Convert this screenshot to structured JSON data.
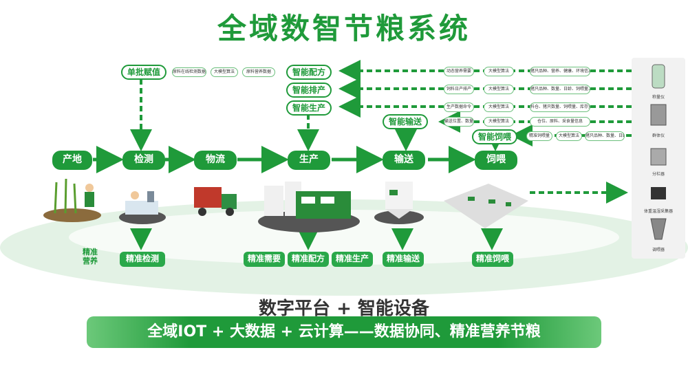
{
  "title": "全域数智节粮系统",
  "top_pills": {
    "batch_assign": "单批赋值",
    "smart_formula": "智能配方",
    "smart_schedule": "智能排产",
    "smart_production": "智能生产",
    "smart_transport": "智能输送",
    "smart_feeding": "智能饲喂"
  },
  "tiny_left": [
    "原料在线检测数据",
    "大模型算法",
    "原料营养数据"
  ],
  "tiny_right": [
    {
      "a": "动态营养需要",
      "b": "大模型算法",
      "c": "猪只品种、营养、健康、环境信息..."
    },
    {
      "a": "饲料日产排产",
      "b": "大模型算法",
      "c": "猪只品种、数量、日龄、饲喂量、库存量"
    },
    {
      "a": "生产数据命令",
      "b": "大模型算法",
      "c": "料仓、猪只数量、饲喂量、库存量"
    },
    {
      "a": "输送位置、数量",
      "b": "大模型算法",
      "c": "仓位、原料、采食量信息"
    },
    {
      "a": "精准饲喂量",
      "b": "大模型算法",
      "c": "猪只品种、数量、日龄、体况"
    }
  ],
  "stages": [
    "产地",
    "检测",
    "物流",
    "生产",
    "输送",
    "饲喂"
  ],
  "side_label": "精准营养",
  "bottom_tags": [
    "精准检测",
    "精准需要",
    "精准配方",
    "精准生产",
    "精准输送",
    "精准饲喂"
  ],
  "equipment": [
    "称量仪",
    "群体仪",
    "分栏器",
    "体重温湿采集器",
    "调喂器"
  ],
  "bottom_title": "数字平台 + 智能设备",
  "banner": "全域IOT + 大数据 + 云计算——数据协同、精准营养节粮",
  "colors": {
    "brand": "#1f9a3a",
    "light": "#6cc97a"
  }
}
